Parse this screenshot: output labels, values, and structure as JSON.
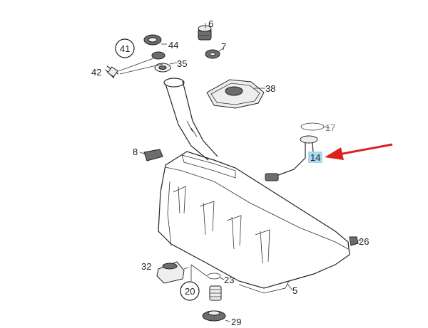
{
  "callouts": {
    "p5": "5",
    "p6": "6",
    "p7": "7",
    "p8": "8",
    "p14": "14",
    "p17": "17",
    "p20": "20",
    "p23": "23",
    "p26": "26",
    "p29": "29",
    "p32": "32",
    "p35": "35",
    "p38": "38",
    "p41": "41",
    "p42": "42",
    "p44": "44"
  },
  "colors": {
    "highlight": "#a8d8ef",
    "arrow": "#e02020",
    "line": "#222222"
  }
}
